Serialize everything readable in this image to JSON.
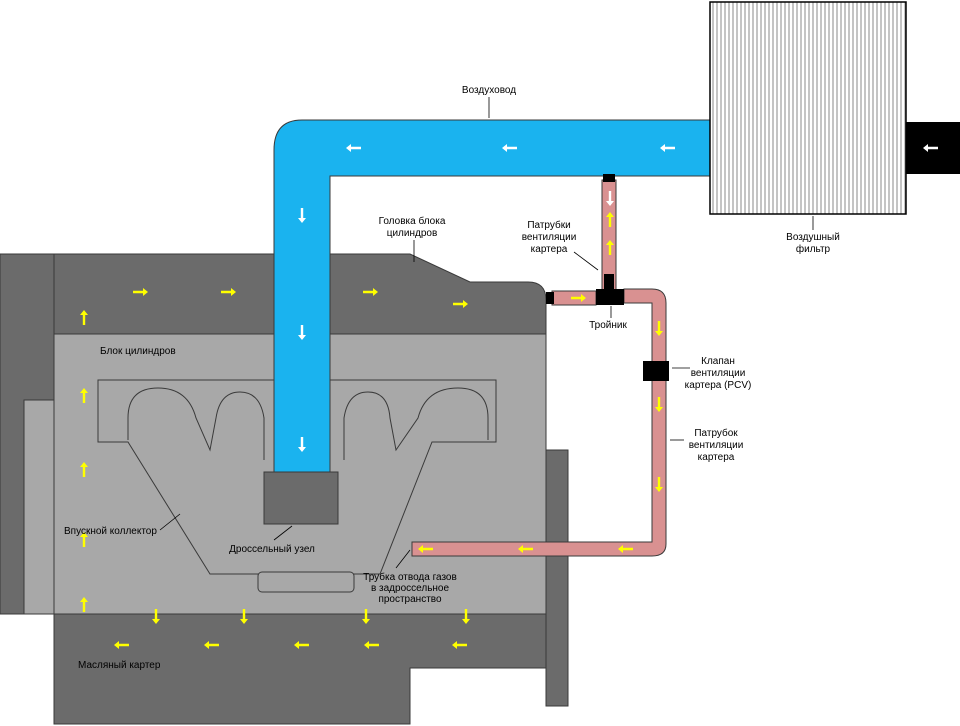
{
  "colors": {
    "engine_dark": "#6b6b6b",
    "engine_light": "#a8a8a8",
    "duct_blue": "#1ab3ef",
    "pcv_hose": "#d99191",
    "filter_body": "#ffffff",
    "outline": "#3a3a3a",
    "arrow_yellow": "#ffff00",
    "arrow_white": "#ffffff"
  },
  "labels": {
    "air_duct": "Воздуховод",
    "air_filter_line1": "Воздушный",
    "air_filter_line2": "фильтр",
    "cylinder_head_line1": "Головка блока",
    "cylinder_head_line2": "цилиндров",
    "breather_pipes_line1": "Патрубки",
    "breather_pipes_line2": "вентиляции",
    "breather_pipes_line3": "картера",
    "tee": "Тройник",
    "pcv_valve_line1": "Клапан",
    "pcv_valve_line2": "вентиляции",
    "pcv_valve_line3": "картера (PCV)",
    "breather_pipe_line1": "Патрубок",
    "breather_pipe_line2": "вентиляции",
    "breather_pipe_line3": "картера",
    "cylinder_block": "Блок цилиндров",
    "intake_manifold": "Впускной коллектор",
    "throttle_body": "Дроссельный узел",
    "gas_tube_line1": "Трубка отвода газов",
    "gas_tube_line2": "в задроссельное",
    "gas_tube_line3": "пространство",
    "oil_pan": "Масляный картер"
  },
  "icons": {
    "flow_arrow": "arrow-icon"
  }
}
